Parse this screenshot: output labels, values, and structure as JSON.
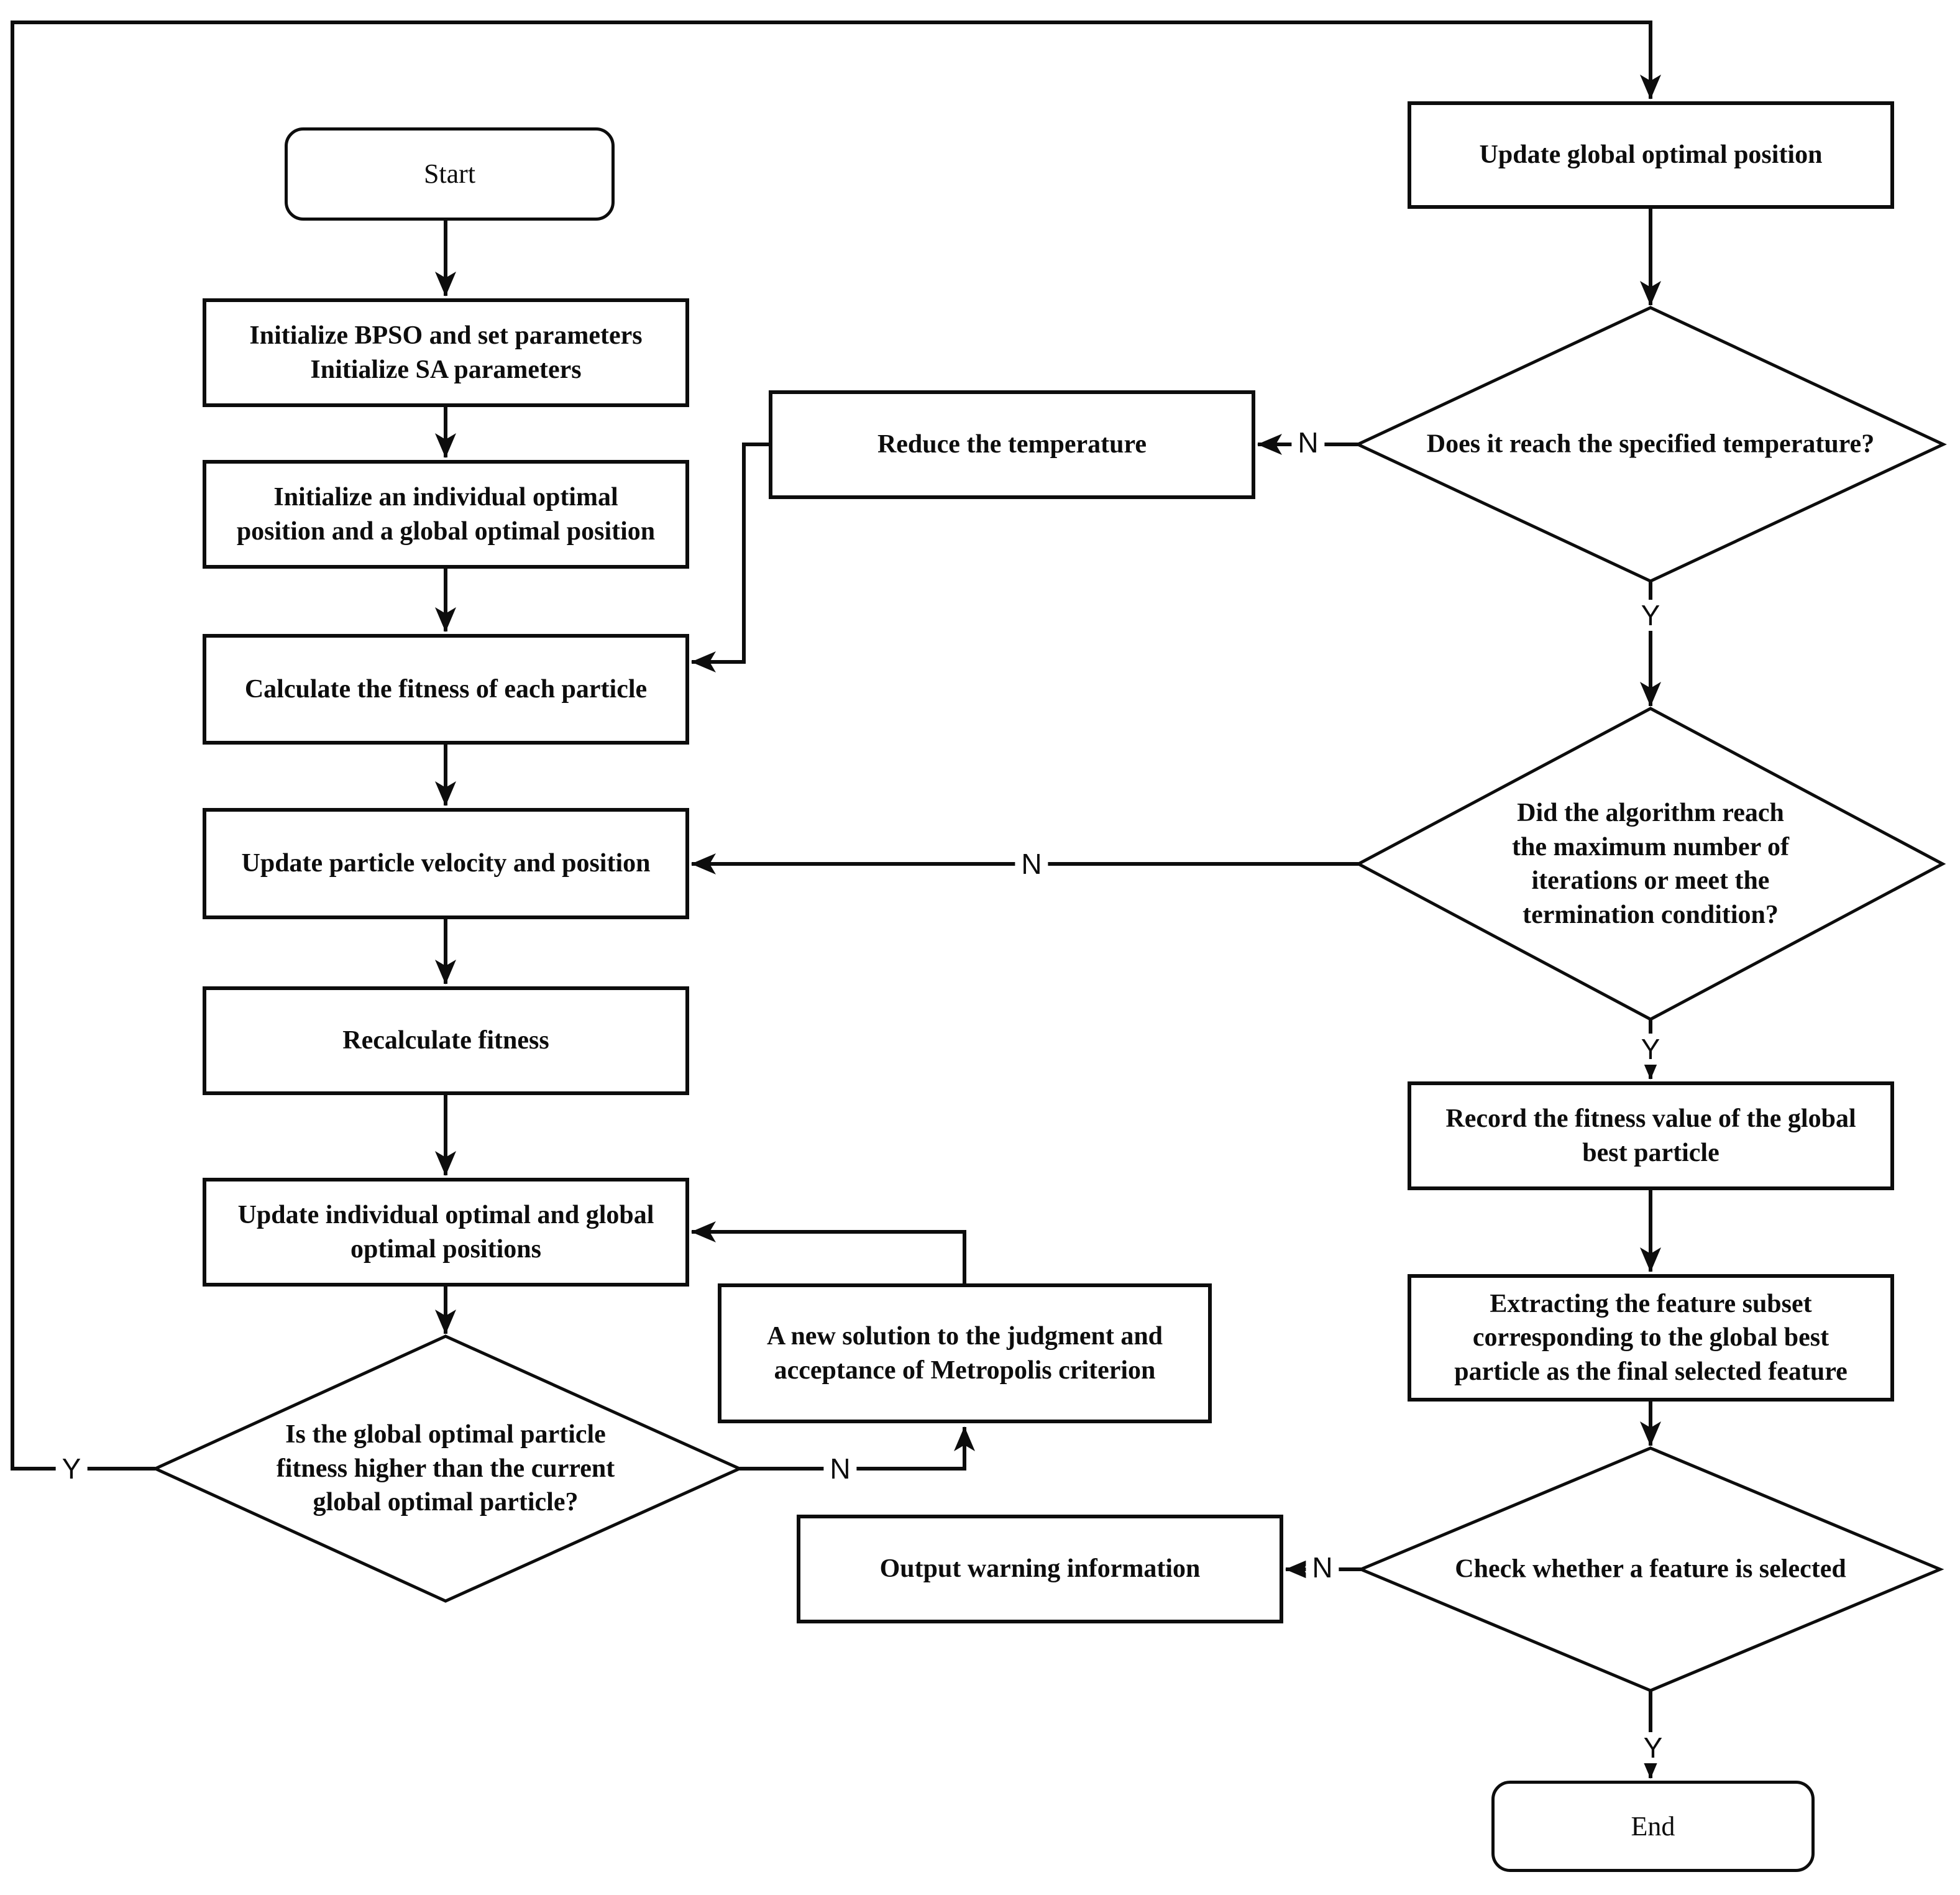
{
  "nodes": [
    {
      "id": "start",
      "type": "terminator",
      "label": "Start"
    },
    {
      "id": "init-bpso",
      "type": "process",
      "label": "Initialize BPSO and set parameters\nInitialize SA parameters"
    },
    {
      "id": "init-positions",
      "type": "process",
      "label": "Initialize an individual optimal\nposition and a global optimal position"
    },
    {
      "id": "calc-fitness",
      "type": "process",
      "label": "Calculate the fitness of each particle"
    },
    {
      "id": "update-velocity",
      "type": "process",
      "label": "Update particle velocity and position"
    },
    {
      "id": "recalc-fitness",
      "type": "process",
      "label": "Recalculate fitness"
    },
    {
      "id": "update-optima",
      "type": "process",
      "label": "Update individual optimal and global\noptimal positions"
    },
    {
      "id": "fitness-higher",
      "type": "decision",
      "label": "Is the global optimal particle\nfitness higher than the current\nglobal optimal particle?"
    },
    {
      "id": "metropolis",
      "type": "process",
      "label": "A new solution to the judgment and\nacceptance of Metropolis criterion"
    },
    {
      "id": "reduce-temp",
      "type": "process",
      "label": "Reduce the temperature"
    },
    {
      "id": "update-global",
      "type": "process",
      "label": "Update global optimal position"
    },
    {
      "id": "reach-temp",
      "type": "decision",
      "label": "Does it reach the specified temperature?"
    },
    {
      "id": "max-iterations",
      "type": "decision",
      "label": "Did the algorithm reach\nthe maximum number of\niterations or meet the\ntermination condition?"
    },
    {
      "id": "record-fitness",
      "type": "process",
      "label": "Record the fitness value of the global\nbest particle"
    },
    {
      "id": "extract-subset",
      "type": "process",
      "label": "Extracting the feature subset\ncorresponding to the global best\nparticle as the final selected feature"
    },
    {
      "id": "check-feature",
      "type": "decision",
      "label": "Check whether a feature is selected"
    },
    {
      "id": "output-warning",
      "type": "process",
      "label": "Output warning information"
    },
    {
      "id": "end",
      "type": "terminator",
      "label": "End"
    }
  ],
  "edge_labels": {
    "yes": "Y",
    "no": "N"
  },
  "colors": {
    "line": "#0d0d0d",
    "background": "#ffffff",
    "box_fill": "#ffffff"
  }
}
